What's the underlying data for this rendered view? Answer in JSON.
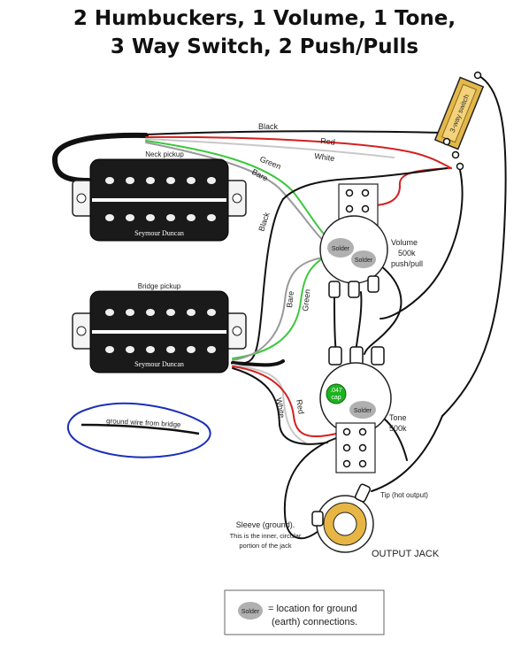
{
  "title": {
    "line1": "2 Humbuckers, 1 Volume, 1 Tone,",
    "line2": "3 Way Switch, 2 Push/Pulls"
  },
  "pickups": {
    "neck_label": "Neck pickup",
    "bridge_label": "Bridge pickup",
    "brand": "Seymour Duncan"
  },
  "switch_label": "3-way switch",
  "wires": {
    "black": "Black",
    "red": "Red",
    "white": "White",
    "green": "Green",
    "bare": "Bare"
  },
  "volume_pot": {
    "name": "Volume",
    "value": "500k",
    "type": "push/pull"
  },
  "tone_pot": {
    "name": "Tone",
    "value": "500k"
  },
  "cap": {
    "value": ".047",
    "unit": "cap"
  },
  "solder_label": "Solder",
  "ground_note": "ground wire from bridge",
  "jack": {
    "tip": "Tip (hot output)",
    "sleeve_line1": "Sleeve (ground).",
    "sleeve_line2": "This is the inner, circular",
    "sleeve_line3": "portion of the jack",
    "name": "OUTPUT JACK"
  },
  "legend": {
    "line1": "= location for ground",
    "line2": "(earth) connections."
  },
  "colors": {
    "black_wire": "#111111",
    "red_wire": "#d42020",
    "white_wire": "#c8c8c8",
    "green_wire": "#3cc83c",
    "bare_wire": "#9a9a9a",
    "solder_gray": "#b0b0b0",
    "switch_body": "#e3b84a",
    "cap_green": "#1db31d",
    "jack_ring": "#e6b544",
    "ground_note_circle": "#1a2fb8"
  }
}
